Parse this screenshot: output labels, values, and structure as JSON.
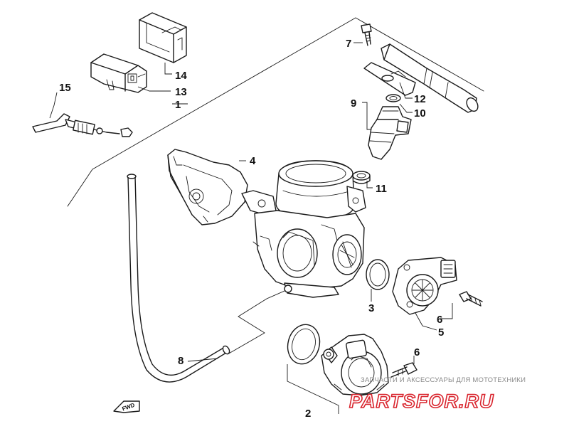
{
  "callouts": {
    "c1": "1",
    "c2": "2",
    "c3": "3",
    "c4": "4",
    "c5": "5",
    "c6a": "6",
    "c6b": "6",
    "c7": "7",
    "c8": "8",
    "c9": "9",
    "c10": "10",
    "c11": "11",
    "c12": "12",
    "c13": "13",
    "c14": "14",
    "c15": "15"
  },
  "fwd_marker": "FWD",
  "watermark": {
    "caption": "ЗАПЧАСТИ И АКСЕССУАРЫ ДЛЯ МОТОТЕХНИКИ",
    "brand": "PARTSFOR.RU",
    "brand_color": "#d9252e"
  }
}
